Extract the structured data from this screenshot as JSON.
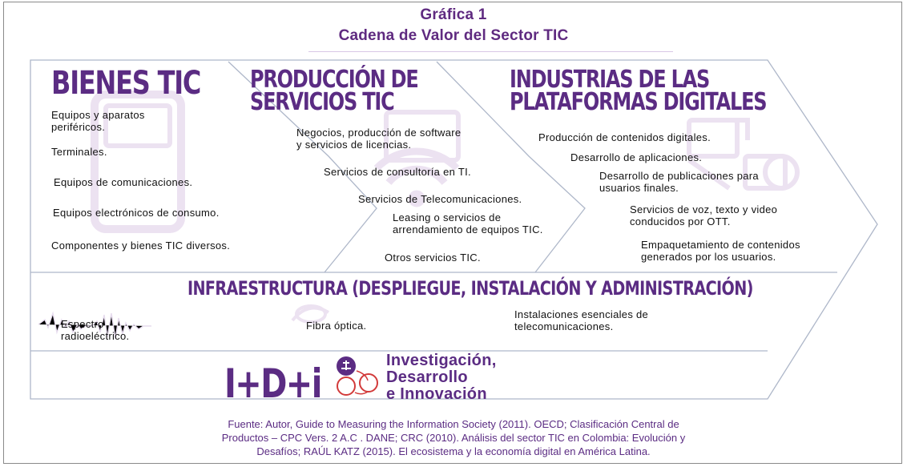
{
  "title": {
    "line1": "Gráfica 1",
    "line2": "Cadena de Valor del Sector TIC"
  },
  "colors": {
    "accent": "#5b2c83",
    "border": "#aeb7c9",
    "watermark": "#ece2f1"
  },
  "columns": [
    {
      "heading": "BIENES TIC",
      "items": [
        "Equipos y aparatos\nperiféricos.",
        "Terminales.",
        "Equipos de comunicaciones.",
        "Equipos electrónicos de consumo.",
        "Componentes y bienes TIC diversos."
      ]
    },
    {
      "heading": "PRODUCCIÓN DE\nSERVICIOS TIC",
      "items": [
        "Negocios, producción de software\ny servicios de licencias.",
        "Servicios de consultoría en TI.",
        "Servicios de Telecomunicaciones.",
        "Leasing o servicios de\narrendamiento de equipos TIC.",
        "Otros servicios TIC."
      ]
    },
    {
      "heading": "INDUSTRIAS DE LAS\nPLATAFORMAS DIGITALES",
      "items": [
        "Producción de contenidos digitales.",
        "Desarrollo de aplicaciones.",
        "Desarrollo de publicaciones para\nusuarios finales.",
        "Servicios de voz, texto y video\nconducidos por OTT.",
        "Empaquetamiento de contenidos\ngenerados por los usuarios."
      ]
    }
  ],
  "infra": {
    "heading": "INFRAESTRUCTURA (DESPLIEGUE, INSTALACIÓN Y ADMINISTRACIÓN)",
    "items": [
      "Espectro\nradioeléctrico.",
      "Fibra óptica.",
      "Instalaciones esenciales de\ntelecomunicaciones."
    ]
  },
  "idi": {
    "logo": "I+D+i",
    "line1": "Investigación,",
    "line2": "Desarrollo",
    "line3": "e Innovación"
  },
  "source": {
    "line1": "Fuente: Autor, Guide to Measuring the Information Society (2011). OECD; Clasificación Central de",
    "line2": "Productos – CPC Vers. 2 A.C . DANE;  CRC (2010). Análisis del sector TIC en Colombia: Evolución y",
    "line3": "Desafíos; RAÚL KATZ (2015). El ecosistema y la economía digital en América Latina."
  }
}
